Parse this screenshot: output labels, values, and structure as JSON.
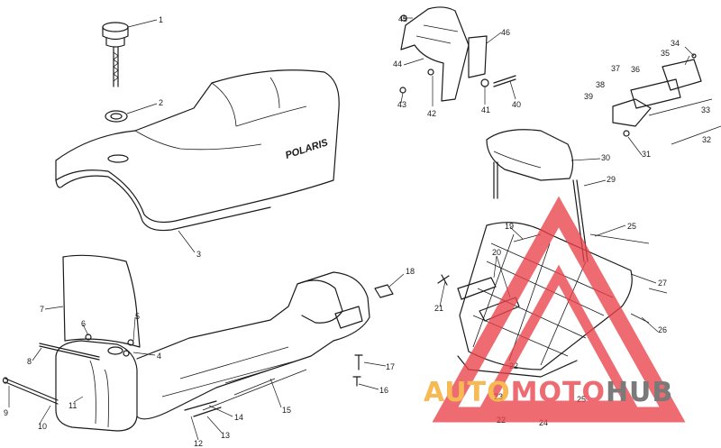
{
  "diagram": {
    "brand_text": "POLARIS",
    "callouts": [
      {
        "label": "1"
      },
      {
        "label": "2"
      },
      {
        "label": "3"
      },
      {
        "label": "4"
      },
      {
        "label": "5"
      },
      {
        "label": "6"
      },
      {
        "label": "7"
      },
      {
        "label": "8"
      },
      {
        "label": "9"
      },
      {
        "label": "10"
      },
      {
        "label": "11"
      },
      {
        "label": "12"
      },
      {
        "label": "13"
      },
      {
        "label": "14"
      },
      {
        "label": "15"
      },
      {
        "label": "16"
      },
      {
        "label": "17"
      },
      {
        "label": "18"
      },
      {
        "label": "19"
      },
      {
        "label": "20"
      },
      {
        "label": "21"
      },
      {
        "label": "22"
      },
      {
        "label": "23"
      },
      {
        "label": "24"
      },
      {
        "label": "25"
      },
      {
        "label": "25"
      },
      {
        "label": "26"
      },
      {
        "label": "27"
      },
      {
        "label": "29"
      },
      {
        "label": "30"
      },
      {
        "label": "31"
      },
      {
        "label": "32"
      },
      {
        "label": "33"
      },
      {
        "label": "34"
      },
      {
        "label": "35"
      },
      {
        "label": "36"
      },
      {
        "label": "37"
      },
      {
        "label": "38"
      },
      {
        "label": "39"
      },
      {
        "label": "40"
      },
      {
        "label": "41"
      },
      {
        "label": "42"
      },
      {
        "label": "43"
      },
      {
        "label": "44"
      },
      {
        "label": "45"
      },
      {
        "label": "46"
      },
      {
        "label": "22"
      }
    ]
  },
  "watermark": {
    "part1": "AUTO",
    "part2": "MOTO",
    "part3": "HUB",
    "colors": {
      "triangle": "#e8424a",
      "auto": "#f4a623",
      "moto": "#e8424a",
      "hub": "#555555"
    }
  }
}
